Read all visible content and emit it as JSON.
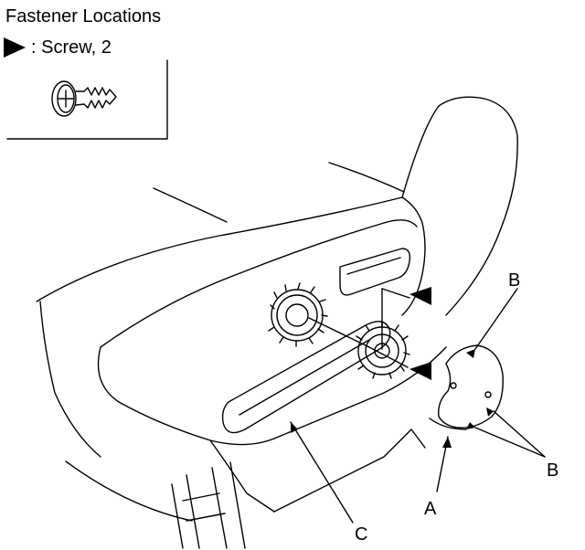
{
  "header": {
    "title": "Fastener Locations",
    "legend_label": ": Screw, 2",
    "legend_icon": "arrowhead-triangle-icon",
    "fastener_icon": "screw-icon"
  },
  "callouts": {
    "b_top": "B",
    "b_right": "B",
    "a": "A",
    "c": "C"
  }
}
